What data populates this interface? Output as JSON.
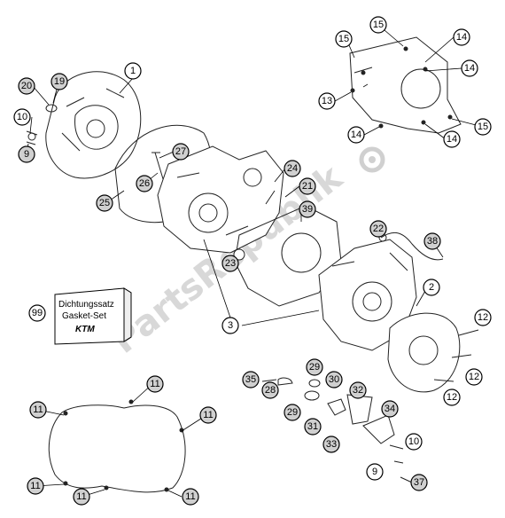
{
  "watermark": "PartsRepublik",
  "kit_box": {
    "line1": "Dichtungssatz",
    "line2": "Gasket-Set",
    "brand": "KTM"
  },
  "callouts": [
    "1",
    "2",
    "3",
    "9",
    "9",
    "10",
    "10",
    "11",
    "12",
    "13",
    "14",
    "15",
    "19",
    "20",
    "21",
    "22",
    "23",
    "24",
    "25",
    "26",
    "27",
    "28",
    "29",
    "30",
    "31",
    "32",
    "33",
    "34",
    "35",
    "37",
    "38",
    "39",
    "99"
  ]
}
